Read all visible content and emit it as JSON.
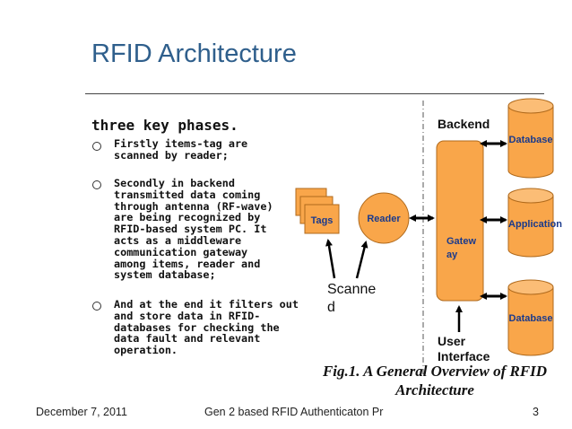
{
  "slide": {
    "title": "RFID Architecture",
    "heading": "three key phases.",
    "bullets": [
      {
        "text": "Firstly items-tag are\nscanned by reader;"
      },
      {
        "text": "Secondly in backend\ntransmitted data coming\nthrough antenna (RF-wave)\nare being recognized by\nRFID-based system PC. It\nacts as a middleware\ncommunication gateway\namong items, reader and\nsystem database;"
      },
      {
        "text": "And at the end it filters out\nand store data in RFID-\ndatabases for checking the\ndata fault and relevant\noperation."
      }
    ]
  },
  "diagram": {
    "backend_label": "Backend",
    "tags_label": "Tags",
    "reader_label": "Reader",
    "gateway_label": "Gatew\nay",
    "database_top_label": "Database",
    "application_label": "Application",
    "database_bottom_label": "Database",
    "scanned_label": "Scanne\nd",
    "user_interface_label": "User\nInterface",
    "caption": "Fig.1. A General Overview of RFID Architecture",
    "colors": {
      "box_fill": "#f9a64a",
      "box_stroke": "#b06a1c",
      "arrow": "#000000",
      "label_blue": "#1a3a8c"
    }
  },
  "footer": {
    "date": "December 7, 2011",
    "center": "Gen 2 based RFID Authenticaton Pr",
    "page": "3"
  }
}
